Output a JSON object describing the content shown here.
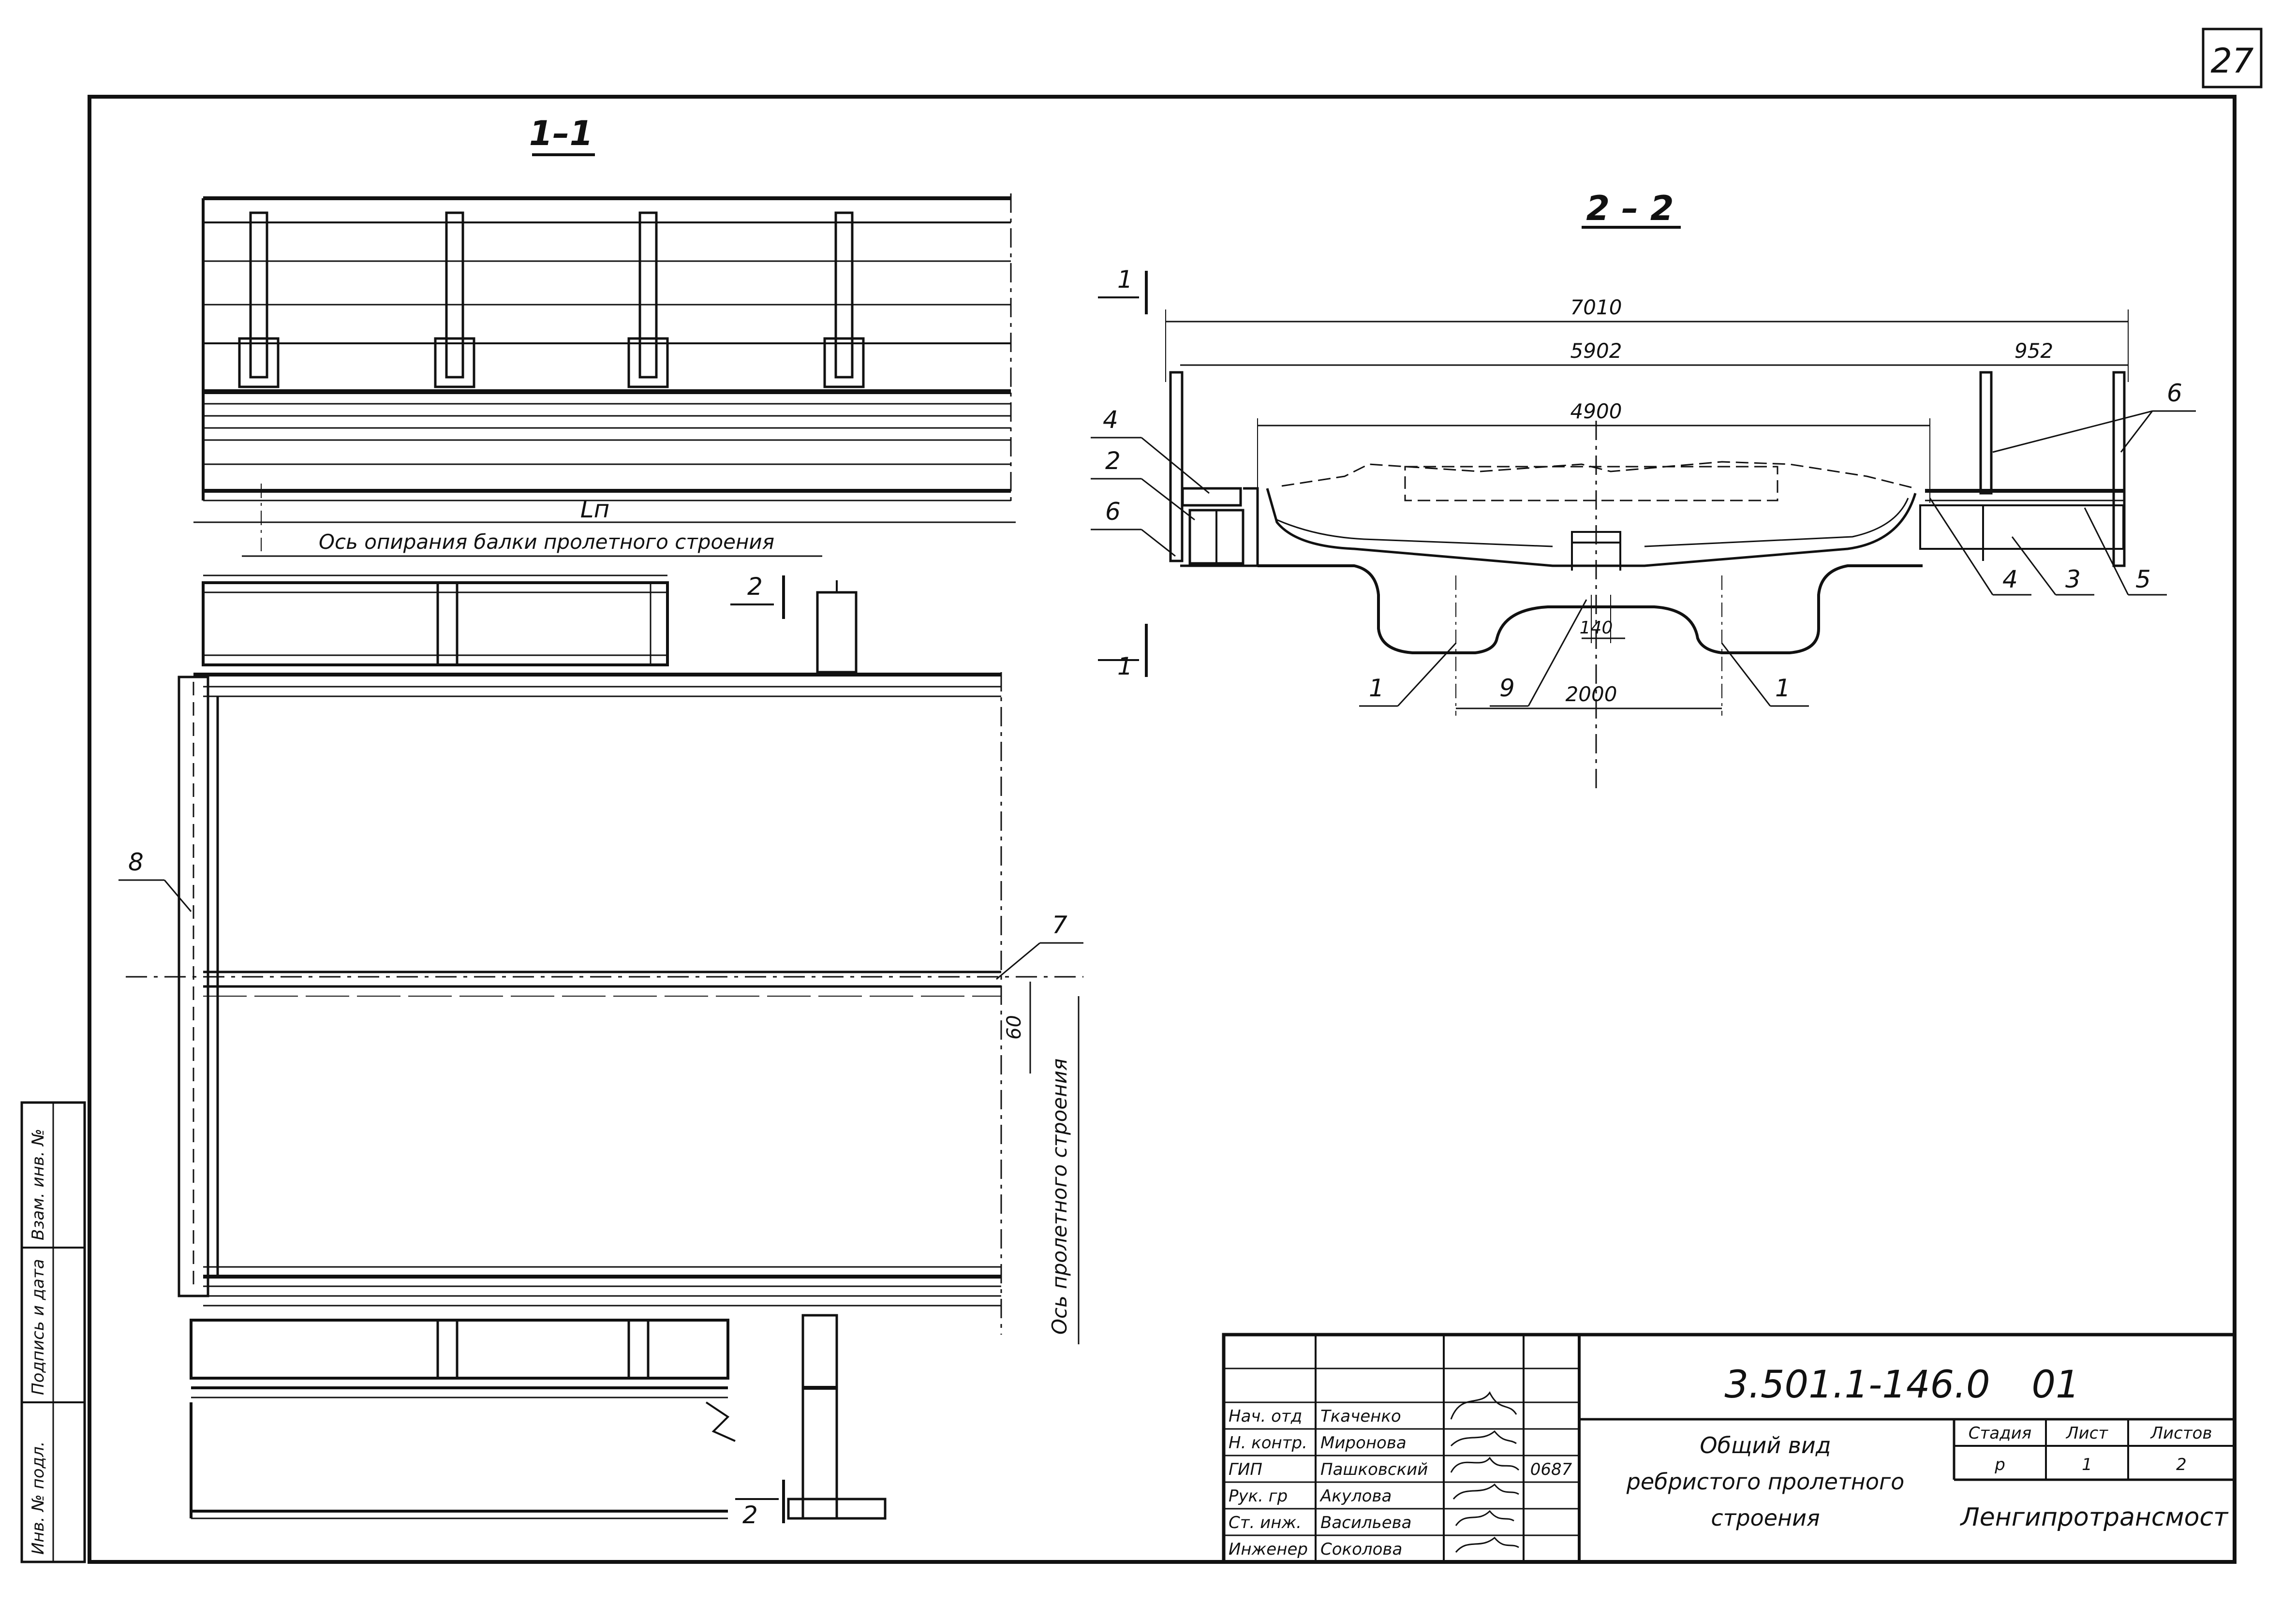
{
  "sheet_number": "27",
  "sections": {
    "s11": {
      "label": "1–1",
      "span_label": "Lп",
      "axis_label": "Ось опирания балки пролетного строения"
    },
    "s22": {
      "label": "2 – 2",
      "cut_marker": "1",
      "dims": {
        "total": "7010",
        "left": "5902",
        "right": "952",
        "roadway": "4900",
        "rib_spacing": "2000",
        "rib_gap": "140"
      },
      "callouts": {
        "c1a": "1",
        "c1b": "1",
        "c2": "2",
        "c3": "3",
        "c4a": "4",
        "c4b": "4",
        "c5": "5",
        "c6a": "6",
        "c6b": "6",
        "c9": "9"
      }
    },
    "plan": {
      "cut_marker_top": "2",
      "cut_marker_bottom": "2",
      "callout_8": "8",
      "callout_7": "7",
      "dim_60": "60",
      "axis_label": "Ось пролетного строения"
    }
  },
  "margin_stamp": [
    "Инв. № подл.",
    "Подпись и дата",
    "Взам. инв. №"
  ],
  "title_block": {
    "doc_code": "3.501.1-146.0",
    "sheet_code": "01",
    "title_lines": [
      "Общий вид",
      "ребристого пролетного",
      "строения"
    ],
    "col_stage": "Стадия",
    "col_sheet": "Лист",
    "col_sheets": "Листов",
    "stage_value": "р",
    "sheet_value": "1",
    "sheets_value": "2",
    "organization": "Ленгипротрансмост",
    "date_mark": "0687",
    "staff": [
      {
        "role": "Нач. отд",
        "name": "Ткаченко"
      },
      {
        "role": "Н. контр.",
        "name": "Миронова"
      },
      {
        "role": "ГИП",
        "name": "Пашковский"
      },
      {
        "role": "Рук. гр",
        "name": "Акулова"
      },
      {
        "role": "Ст. инж.",
        "name": "Васильева"
      },
      {
        "role": "Инженер",
        "name": "Соколова"
      }
    ]
  }
}
